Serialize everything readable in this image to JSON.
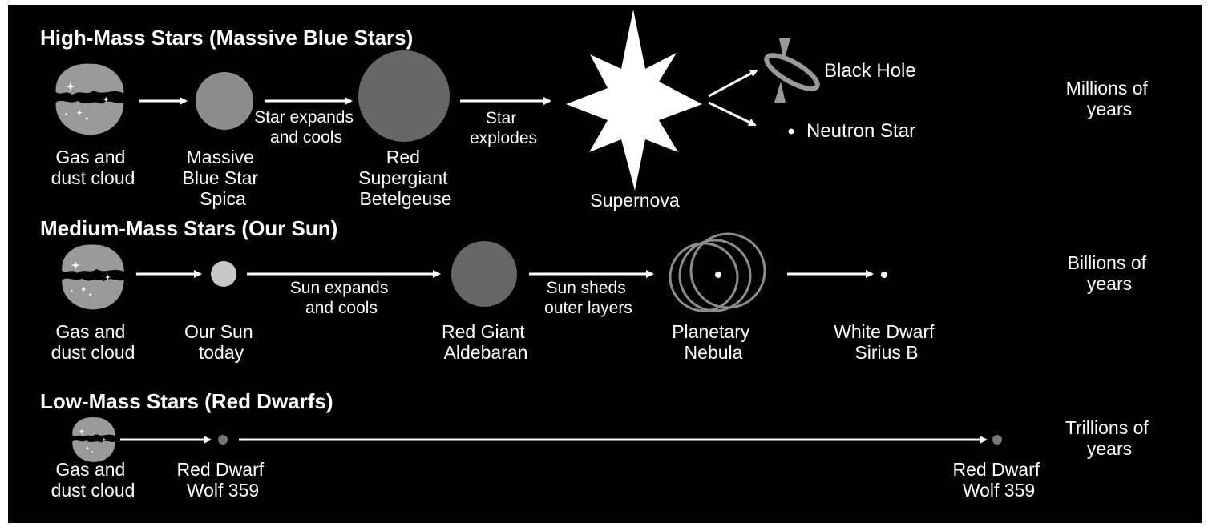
{
  "colors": {
    "background": "#000000",
    "text": "#ffffff",
    "cloud": "#9a9a9a",
    "blue_star": "#8c8c8c",
    "red_giant": "#666666",
    "red_dwarf": "#777777",
    "sun": "#c8c8c8",
    "nebula_ring": "#8c8c8c"
  },
  "high": {
    "title": "High-Mass Stars (Massive Blue Stars)",
    "cloud": [
      "Gas and",
      "dust cloud"
    ],
    "blue_star": [
      "Massive",
      "Blue Star",
      "Spica"
    ],
    "expand_note": [
      "Star expands",
      "and cools"
    ],
    "supergiant": [
      "Red",
      "Supergiant",
      "Betelgeuse"
    ],
    "explode_note": [
      "Star",
      "explodes"
    ],
    "supernova": "Supernova",
    "black_hole": "Black Hole",
    "neutron_star": "Neutron Star",
    "timescale": [
      "Millions of",
      "years"
    ]
  },
  "medium": {
    "title": "Medium-Mass Stars (Our Sun)",
    "cloud": [
      "Gas and",
      "dust cloud"
    ],
    "sun": [
      "Our Sun",
      "today"
    ],
    "expand_note": [
      "Sun expands",
      "and cools"
    ],
    "red_giant": [
      "Red Giant",
      "Aldebaran"
    ],
    "shed_note": [
      "Sun sheds",
      "outer layers"
    ],
    "nebula": [
      "Planetary",
      "Nebula"
    ],
    "white_dwarf": [
      "White Dwarf",
      "Sirius B"
    ],
    "timescale": [
      "Billions of",
      "years"
    ]
  },
  "low": {
    "title": "Low-Mass Stars (Red Dwarfs)",
    "cloud": [
      "Gas and",
      "dust cloud"
    ],
    "red_dwarf_1": [
      "Red Dwarf",
      "Wolf 359"
    ],
    "red_dwarf_2": [
      "Red Dwarf",
      "Wolf 359"
    ],
    "timescale": [
      "Trillions of",
      "years"
    ]
  }
}
